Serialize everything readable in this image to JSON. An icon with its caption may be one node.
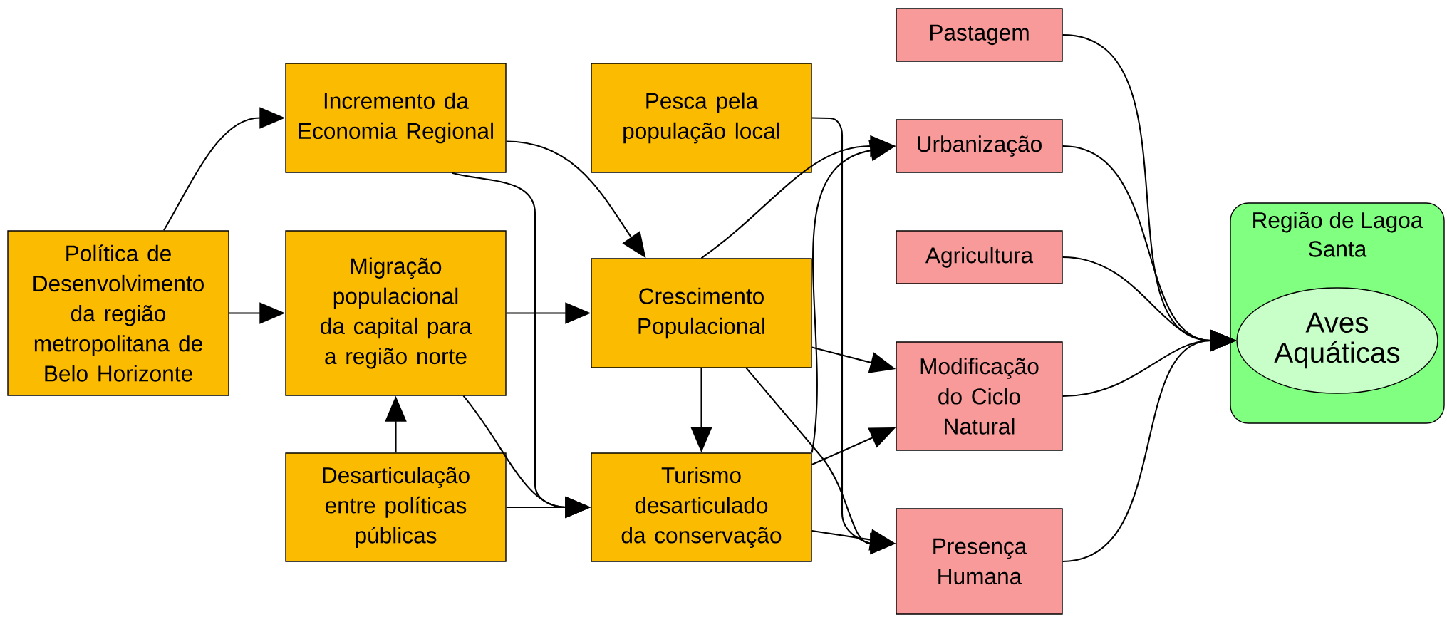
{
  "diagram": {
    "nodes": [
      {
        "text": [
          "Política de Desenvolvimento da região metropolitana de Belo Horizonte"
        ]
      },
      {
        "text": [
          "Incremento da Economia Regional"
        ]
      },
      {
        "text": [
          "Migração populacional da capital para a região norte"
        ]
      },
      {
        "text": [
          "Desarticulação entre políticas públicas"
        ]
      },
      {
        "text": [
          "Pesca pela população local"
        ]
      },
      {
        "text": [
          "Crescimento Populacional"
        ]
      },
      {
        "text": [
          "Turismo desarticulado da conservação"
        ]
      },
      {
        "text": [
          "Pastagem"
        ]
      },
      {
        "text": [
          "Urbanização"
        ]
      },
      {
        "text": [
          "Agricultura"
        ]
      },
      {
        "text": [
          "Modificação do Ciclo Natural"
        ]
      },
      {
        "text": [
          "Presença Humana"
        ]
      },
      {
        "text": [
          "Região de Lagoa Santa"
        ]
      },
      {
        "text": [
          "Aves Aquáticas"
        ],
        "in": 12
      }
    ],
    "edges": [
      {
        "from": 0,
        "to": 1,
        "arrow": "to"
      },
      {
        "from": 0,
        "to": 2,
        "arrow": "to"
      },
      {
        "from": 3,
        "to": 2,
        "arrow": "to"
      },
      {
        "from": 1,
        "to": 5,
        "arrow": "to"
      },
      {
        "from": 1,
        "to": 6,
        "arrow": "to"
      },
      {
        "from": 2,
        "to": 5,
        "arrow": "to"
      },
      {
        "from": 2,
        "to": 6,
        "arrow": "to"
      },
      {
        "from": 3,
        "to": 6,
        "arrow": "to"
      },
      {
        "from": 4,
        "to": 11,
        "arrow": "to"
      },
      {
        "from": 5,
        "to": 8,
        "arrow": "to"
      },
      {
        "from": 5,
        "to": 6,
        "arrow": "to"
      },
      {
        "from": 5,
        "to": 10,
        "arrow": "to"
      },
      {
        "from": 5,
        "to": 11,
        "arrow": "to"
      },
      {
        "from": 6,
        "to": 8,
        "arrow": "to"
      },
      {
        "from": 6,
        "to": 10,
        "arrow": "to"
      },
      {
        "from": 6,
        "to": 11,
        "arrow": "to"
      },
      {
        "from": 7,
        "to": 13,
        "arrow": "to"
      },
      {
        "from": 8,
        "to": 13,
        "arrow": "to"
      },
      {
        "from": 9,
        "to": 13,
        "arrow": "to"
      },
      {
        "from": 10,
        "to": 13,
        "arrow": "to"
      },
      {
        "from": 11,
        "to": 13,
        "arrow": "to"
      }
    ]
  }
}
